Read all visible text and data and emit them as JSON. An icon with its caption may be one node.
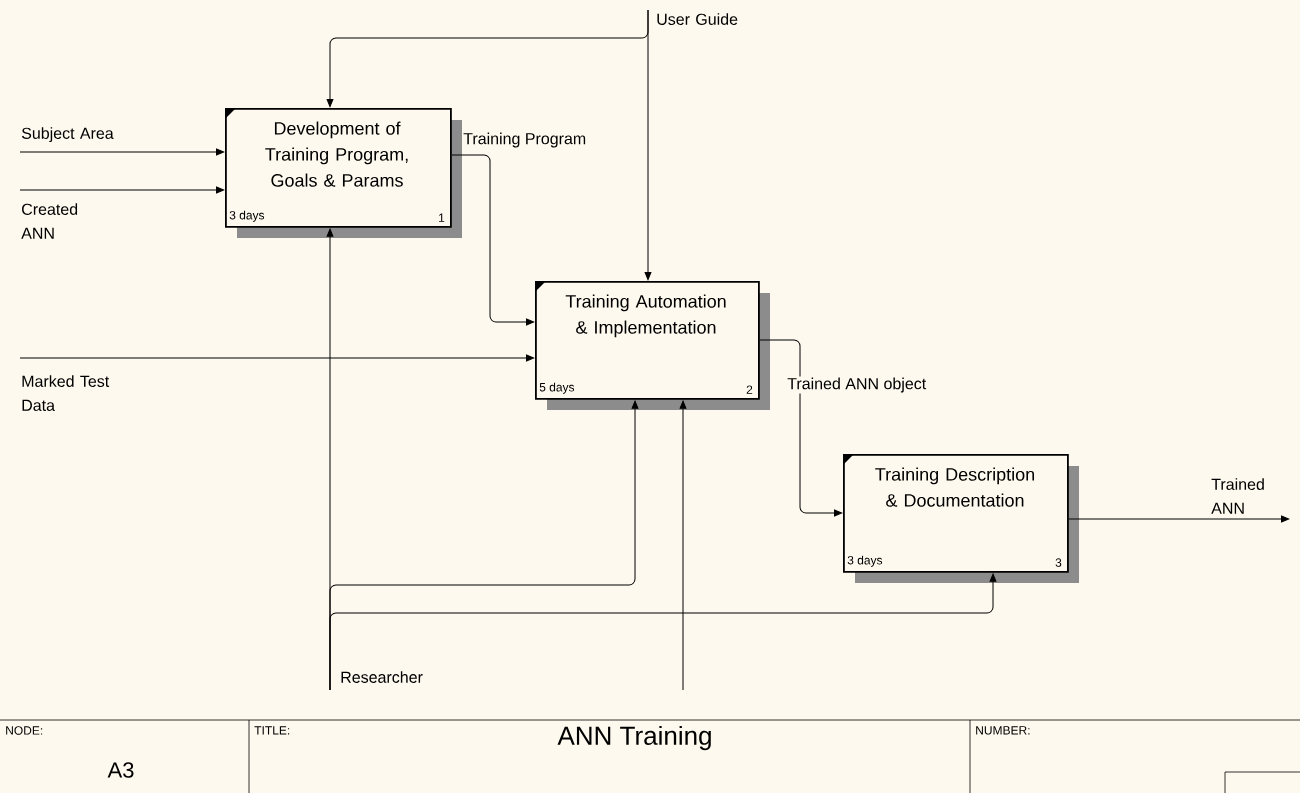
{
  "diagram": {
    "title": "ANN Training",
    "nodes": [
      {
        "text": [
          "Development of Training Program, Goals & Params",
          "3 days",
          "1"
        ]
      },
      {
        "text": [
          "Training Automation & Implementation",
          "5 days",
          "2"
        ]
      },
      {
        "text": [
          "Training Description & Documentation",
          "3 days",
          "3"
        ]
      },
      {
        "text": [
          "Subject Area"
        ]
      },
      {
        "text": [
          "Created ANN"
        ]
      },
      {
        "text": [
          "Marked Test Data"
        ]
      },
      {
        "text": [
          "User Guide"
        ]
      },
      {
        "text": [
          "Researcher"
        ]
      },
      {
        "text": [
          "Trained ANN"
        ]
      }
    ],
    "edges": [
      {
        "from": 3,
        "to": 0,
        "arrow": "to"
      },
      {
        "from": 4,
        "to": 0,
        "arrow": "to"
      },
      {
        "from": 6,
        "to": 0,
        "arrow": "to"
      },
      {
        "from": 0,
        "to": 1,
        "arrow": "to",
        "label": "Training Program"
      },
      {
        "from": 5,
        "to": 1,
        "arrow": "to"
      },
      {
        "from": 6,
        "to": 1,
        "arrow": "to"
      },
      {
        "from": 7,
        "to": 0,
        "arrow": "to"
      },
      {
        "from": 7,
        "to": 1,
        "arrow": "to"
      },
      {
        "from": null,
        "to": 1,
        "arrow": "to"
      },
      {
        "from": 1,
        "to": 2,
        "arrow": "to",
        "label": "Trained ANN object"
      },
      {
        "from": 7,
        "to": 2,
        "arrow": "to"
      },
      {
        "from": 2,
        "to": 8,
        "arrow": "to"
      }
    ],
    "labels": [
      "NODE:",
      "A3",
      "TITLE:",
      "NUMBER:"
    ]
  }
}
